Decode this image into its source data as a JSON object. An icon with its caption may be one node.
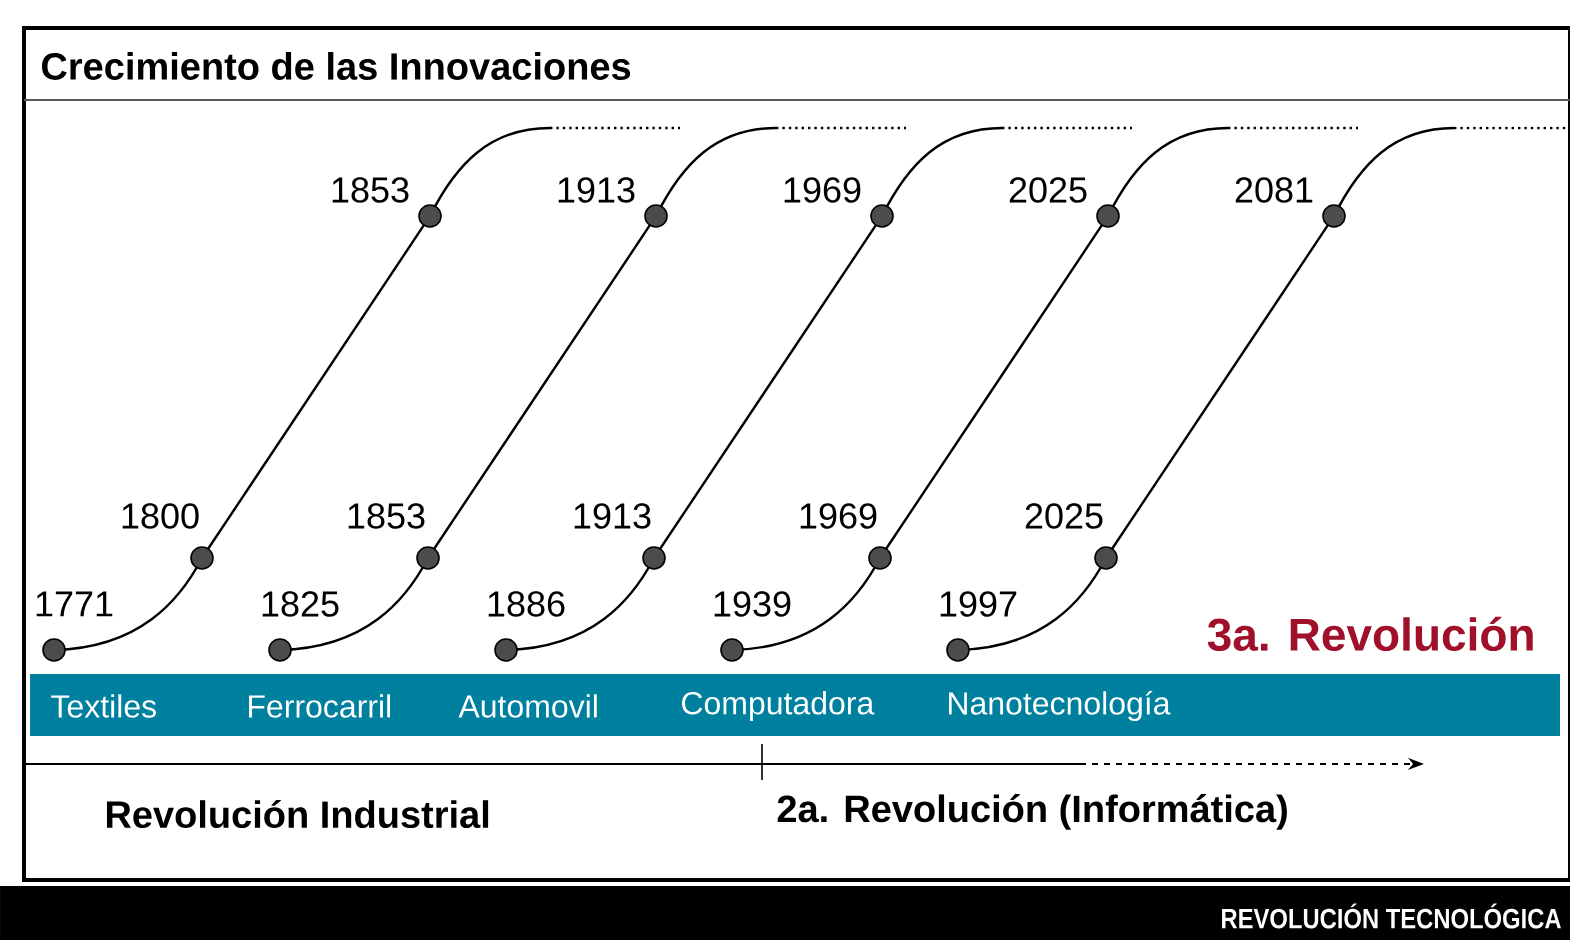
{
  "diagram": {
    "title": "Crecimiento de las Innovaciones",
    "nodes": [
      {
        "text": [
          "Textiles",
          "Ferrocarril",
          "Automovil",
          "Computadora",
          "Nanotecnología"
        ]
      },
      {
        "text": [
          "REVOLUCIÓN TECNOLÓGICA"
        ]
      }
    ],
    "edges": [],
    "labels": [
      "1853",
      "1913",
      "1969",
      "2025",
      "2081",
      "1800",
      "1853",
      "1913",
      "1969",
      "2025",
      "1771",
      "1825",
      "1886",
      "1939",
      "1997",
      "3a. Revolución",
      "Revolución Industrial",
      "2a. Revolución (Informática)"
    ]
  }
}
